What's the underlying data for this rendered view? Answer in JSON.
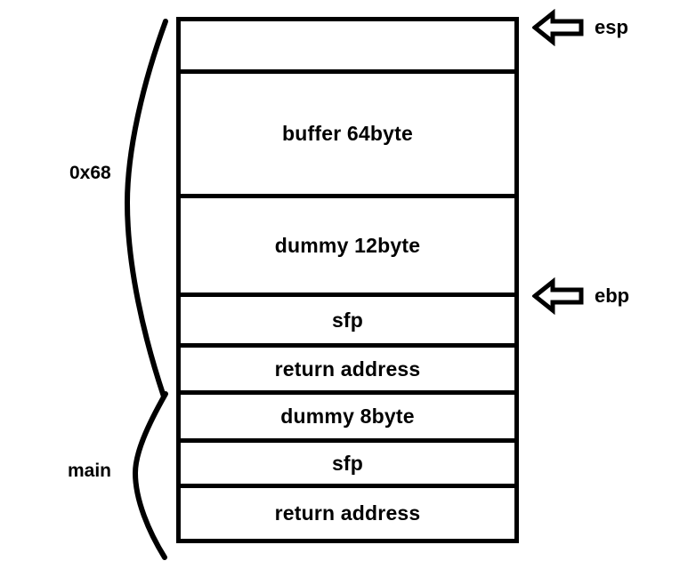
{
  "diagram": {
    "title": "Stack frame layout diagram",
    "background_color": "#ffffff",
    "line_color": "#000000",
    "stack_rows": [
      {
        "label": "",
        "name": "row-empty-top",
        "height": 59
      },
      {
        "label": "buffer 64byte",
        "name": "row-buffer",
        "height": 140
      },
      {
        "label": "dummy 12byte",
        "name": "row-dummy-12",
        "height": 111
      },
      {
        "label": "sfp",
        "name": "row-sfp-1",
        "height": 57
      },
      {
        "label": "return address",
        "name": "row-return-address-1",
        "height": 53
      },
      {
        "label": "dummy 8byte",
        "name": "row-dummy-8",
        "height": 54
      },
      {
        "label": "sfp",
        "name": "row-sfp-2",
        "height": 51
      },
      {
        "label": "return address",
        "name": "row-return-address-2",
        "height": 62
      }
    ],
    "group_labels": [
      {
        "name": "group-label-0x68",
        "text": "0x68"
      },
      {
        "name": "group-label-main",
        "text": "main"
      }
    ],
    "pointers": [
      {
        "name": "pointer-esp",
        "text": "esp",
        "icon": "arrow-left-block-icon"
      },
      {
        "name": "pointer-ebp",
        "text": "ebp",
        "icon": "arrow-left-block-icon"
      }
    ]
  }
}
